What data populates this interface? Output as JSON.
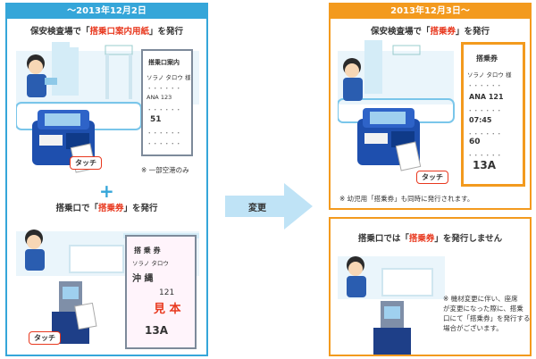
{
  "before": {
    "header": "～2013年12月2日",
    "section1": {
      "title_prefix": "保安検査場で「",
      "title_highlight": "搭乗口案内用紙",
      "title_suffix": "」を発行",
      "touch_label": "タッチ",
      "note": "※ 一部空港のみ",
      "ticket": {
        "heading": "搭乗口案内",
        "lines": [
          "ソラノ タロウ 様",
          "ANA 123",
          "51"
        ]
      }
    },
    "plus": "+",
    "section2": {
      "title_prefix": "搭乗口で「",
      "title_highlight": "搭乗券",
      "title_suffix": "」を発行",
      "touch_label": "タッチ",
      "ticket": {
        "heading": "搭 乗 券",
        "name": "ソラノ タロウ",
        "dest": "沖 縄",
        "flight": "121",
        "stamp": "見 本",
        "seat": "13A"
      }
    }
  },
  "change_label": "変更",
  "after": {
    "header": "2013年12月3日～",
    "section1": {
      "title_prefix": "保安検査場で「",
      "title_highlight": "搭乗券",
      "title_suffix": "」を発行",
      "touch_label": "タッチ",
      "note": "※ 幼児用「搭乗券」も同時に発行されます。",
      "ticket": {
        "heading": "搭乗券",
        "name": "ソラノ タロウ 様",
        "flight": "ANA 121",
        "time": "07:45",
        "gate": "60",
        "seat": "13A"
      }
    },
    "section2": {
      "title_prefix": "搭乗口では「",
      "title_highlight": "搭乗券",
      "title_suffix": "」を発行しません",
      "note_lines": [
        "※ 機材変更に伴い、座席",
        "が変更になった際に、搭乗",
        "口にて「搭乗券」を発行する",
        "場合がございます。"
      ]
    }
  }
}
